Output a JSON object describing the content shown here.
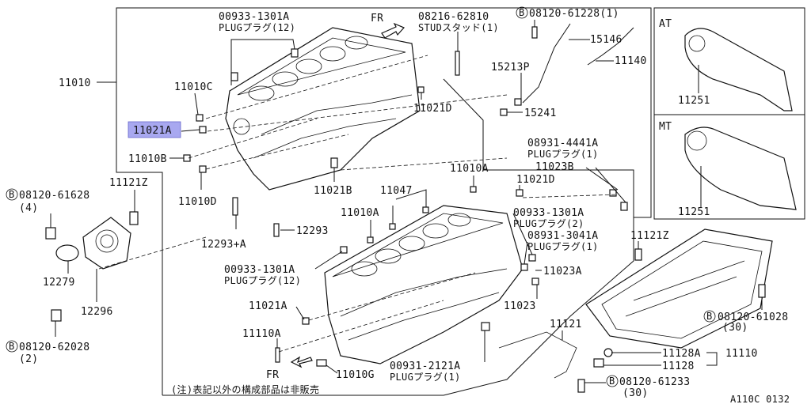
{
  "callouts": {
    "c11010": "11010",
    "c00933_1301A_top": "00933-1301A",
    "plug12_top": "PLUGプラグ(12)",
    "fr_top": "FR",
    "c08216_62810": "08216-62810",
    "stud1": "STUDスタッド(1)",
    "c08120_61228": "08120-61228(1)",
    "c15146": "15146",
    "c11140": "11140",
    "c15213P": "15213P",
    "c15241": "15241",
    "c11010C": "11010C",
    "c11021A_hl": "11021A",
    "c11010B": "11010B",
    "c11010D": "11010D",
    "c11021D_top": "11021D",
    "c11021B": "11021B",
    "c11121Z_left": "11121Z",
    "c08120_61628": "08120-61628",
    "qty4": "(4)",
    "c12279": "12279",
    "c12296": "12296",
    "c08120_62028": "08120-62028",
    "qty2": "(2)",
    "c12293A": "12293+A",
    "c12293": "12293",
    "c08931_4441A": "08931-4441A",
    "plug1_a": "PLUGプラグ(1)",
    "c11023B": "11023B",
    "c11010A_right": "11010A",
    "c11021D_mid": "11021D",
    "c11047": "11047",
    "c11010A_mid": "11010A",
    "c00933_1301A_r": "00933-1301A",
    "plug2": "PLUGプラグ(2)",
    "c08931_3041A": "08931-3041A",
    "plug1_b": "PLUGプラグ(1)",
    "c11023A": "11023A",
    "c00933_1301A_low": "00933-1301A",
    "plug12_low": "PLUGプラグ(12)",
    "c11021A_low": "11021A",
    "c11023": "11023",
    "c11110A": "11110A",
    "fr_low": "FR",
    "c11010G": "11010G",
    "c00931_2121A": "00931-2121A",
    "plug1_c": "PLUGプラグ(1)",
    "c11121": "11121",
    "c11121Z_right": "11121Z",
    "c08120_61028": "08120-61028",
    "qty30_a": "(30)",
    "c11128A": "11128A",
    "c11110": "11110",
    "c11128": "11128",
    "c08120_61233": "08120-61233",
    "qty30_b": "(30)",
    "at_label": "AT",
    "c11251_at": "11251",
    "mt_label": "MT",
    "c11251_mt": "11251",
    "note": "(注)表記以外の構成部品は非販売",
    "ref_code": "A110C 0132",
    "bolt_symbol": "B"
  },
  "colors": {
    "highlight": "#a8a8f0",
    "ink": "#111111"
  }
}
